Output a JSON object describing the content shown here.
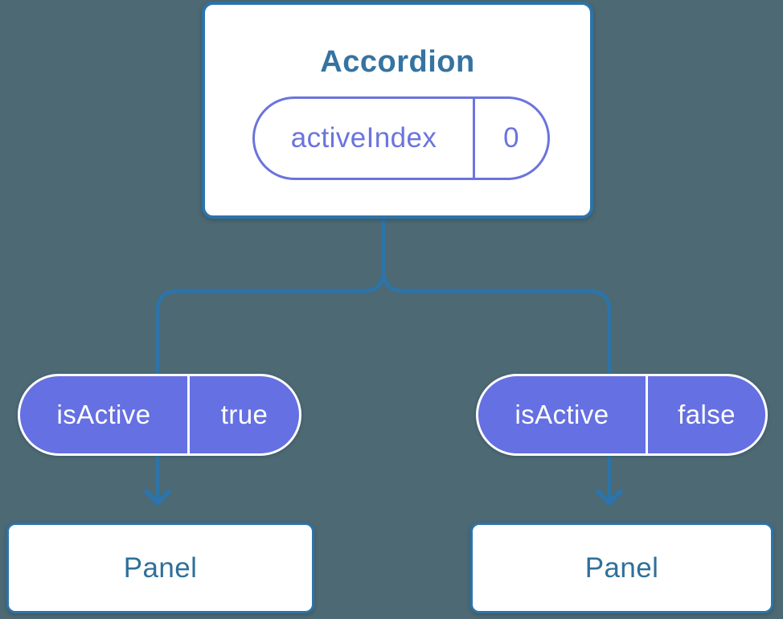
{
  "diagram": {
    "accordion": {
      "title": "Accordion",
      "state": {
        "name": "activeIndex",
        "value": "0"
      }
    },
    "children": [
      {
        "prop": {
          "name": "isActive",
          "value": "true"
        },
        "component": "Panel"
      },
      {
        "prop": {
          "name": "isActive",
          "value": "false"
        },
        "component": "Panel"
      }
    ]
  },
  "colors": {
    "background": "#4d6973",
    "connector_blue": "#2c74a9",
    "card_border_blue": "#2c74a9",
    "title_text_blue": "#3573a1",
    "panel_text_blue": "#2f7099",
    "state_purple": "#6b74dd",
    "prop_pill_fill_purple": "#6570e2",
    "card_fill": "#ffffff",
    "prop_pill_text": "#ffffff"
  }
}
